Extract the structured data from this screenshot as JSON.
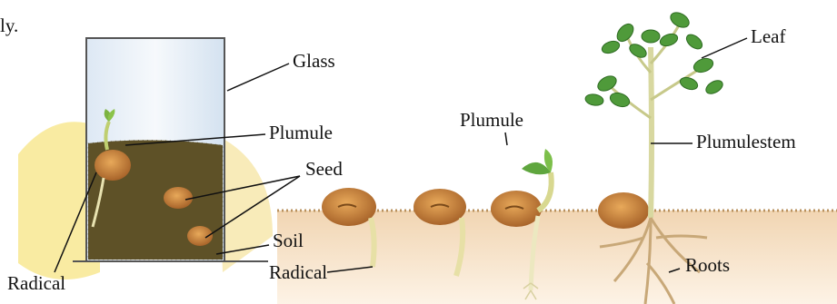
{
  "header_fragment": "ly.",
  "labels": {
    "glass": "Glass",
    "plumule_left": "Plumule",
    "seed": "Seed",
    "soil": "Soil",
    "radical_left": "Radical",
    "radical_mid": "Radical",
    "plumule_mid": "Plumule",
    "leaf": "Leaf",
    "plumule_stem": "Plumulestem",
    "roots": "Roots"
  },
  "colors": {
    "soil_dark": "#5a4a22",
    "ground": "#f3d9b8",
    "seed": "#c98a3a",
    "leaf": "#4f9a3a",
    "stem": "#d8d8a0"
  }
}
